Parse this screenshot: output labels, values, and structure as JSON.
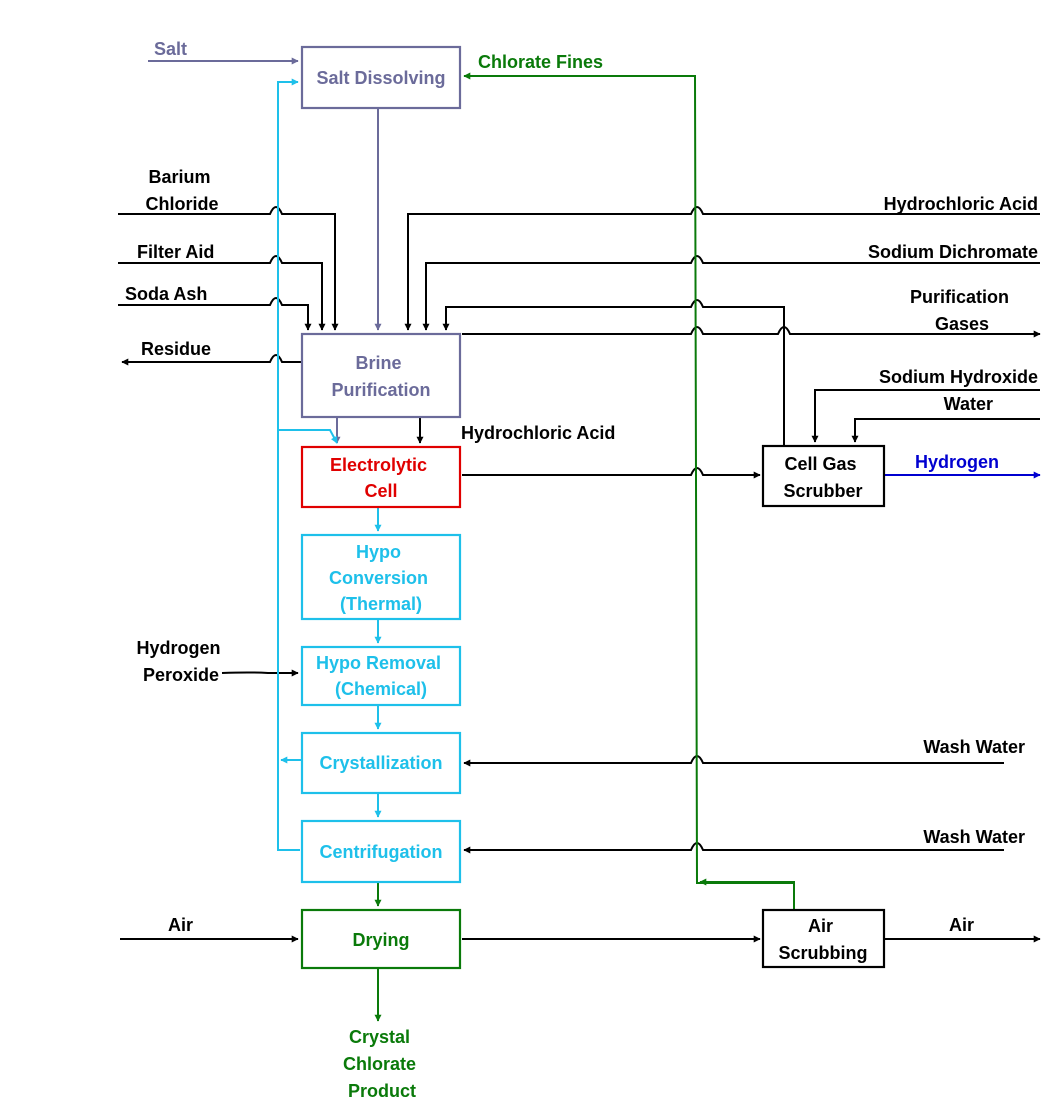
{
  "colors": {
    "black": "#000000",
    "slate": "#6B6B9A",
    "green": "#0A7A0A",
    "cyan": "#1EC0EA",
    "red": "#E00000",
    "blue": "#0000D0",
    "white": "#FFFFFF"
  },
  "boxes": {
    "salt_dissolving": [
      "Salt Dissolving"
    ],
    "brine_purification": [
      "Brine",
      "Purification"
    ],
    "electrolytic_cell": [
      "Electrolytic",
      "Cell"
    ],
    "hypo_conversion": [
      "Hypo",
      "Conversion",
      "(Thermal)"
    ],
    "hypo_removal": [
      "Hypo Removal",
      "(Chemical)"
    ],
    "crystallization": [
      "Crystallization"
    ],
    "centrifugation": [
      "Centrifugation"
    ],
    "drying": [
      "Drying"
    ],
    "cell_gas_scrubber": [
      "Cell Gas",
      "Scrubber"
    ],
    "air_scrubbing": [
      "Air",
      "Scrubbing"
    ]
  },
  "streams": {
    "salt": "Salt",
    "chlorate_fines": "Chlorate Fines",
    "barium_chloride": [
      "Barium",
      "Chloride"
    ],
    "filter_aid": "Filter Aid",
    "soda_ash": "Soda Ash",
    "residue": "Residue",
    "hydrochloric_acid_top": "Hydrochloric Acid",
    "sodium_dichromate": "Sodium Dichromate",
    "purification_gases": [
      "Purification",
      "Gases"
    ],
    "sodium_hydroxide": "Sodium Hydroxide",
    "water": "Water",
    "hydrochloric_acid_cell": "Hydrochloric Acid",
    "hydrogen": "Hydrogen",
    "hydrogen_peroxide": [
      "Hydrogen",
      "Peroxide"
    ],
    "wash_water_1": "Wash Water",
    "wash_water_2": "Wash Water",
    "air_in": "Air",
    "air_out": "Air",
    "product": [
      "Crystal",
      "Chlorate",
      "Product"
    ]
  }
}
